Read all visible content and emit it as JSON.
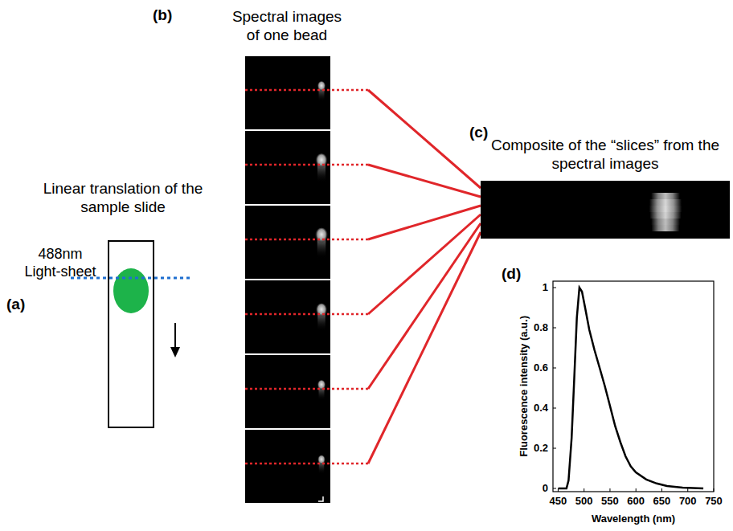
{
  "diagram": {
    "labels": [
      "(a)",
      "Linear translation of the sample slide",
      "488nm Light-sheet",
      "(b)",
      "Spectral images of one bead",
      "(c)",
      "Composite of the “slices” from the spectral images",
      "(d)",
      "Fluorescence intensity (a.u.)",
      "Wavelength (nm)",
      "0",
      "0.2",
      "0.4",
      "0.6",
      "0.8",
      "1",
      "450",
      "500",
      "550",
      "600",
      "650",
      "700",
      "750"
    ]
  }
}
